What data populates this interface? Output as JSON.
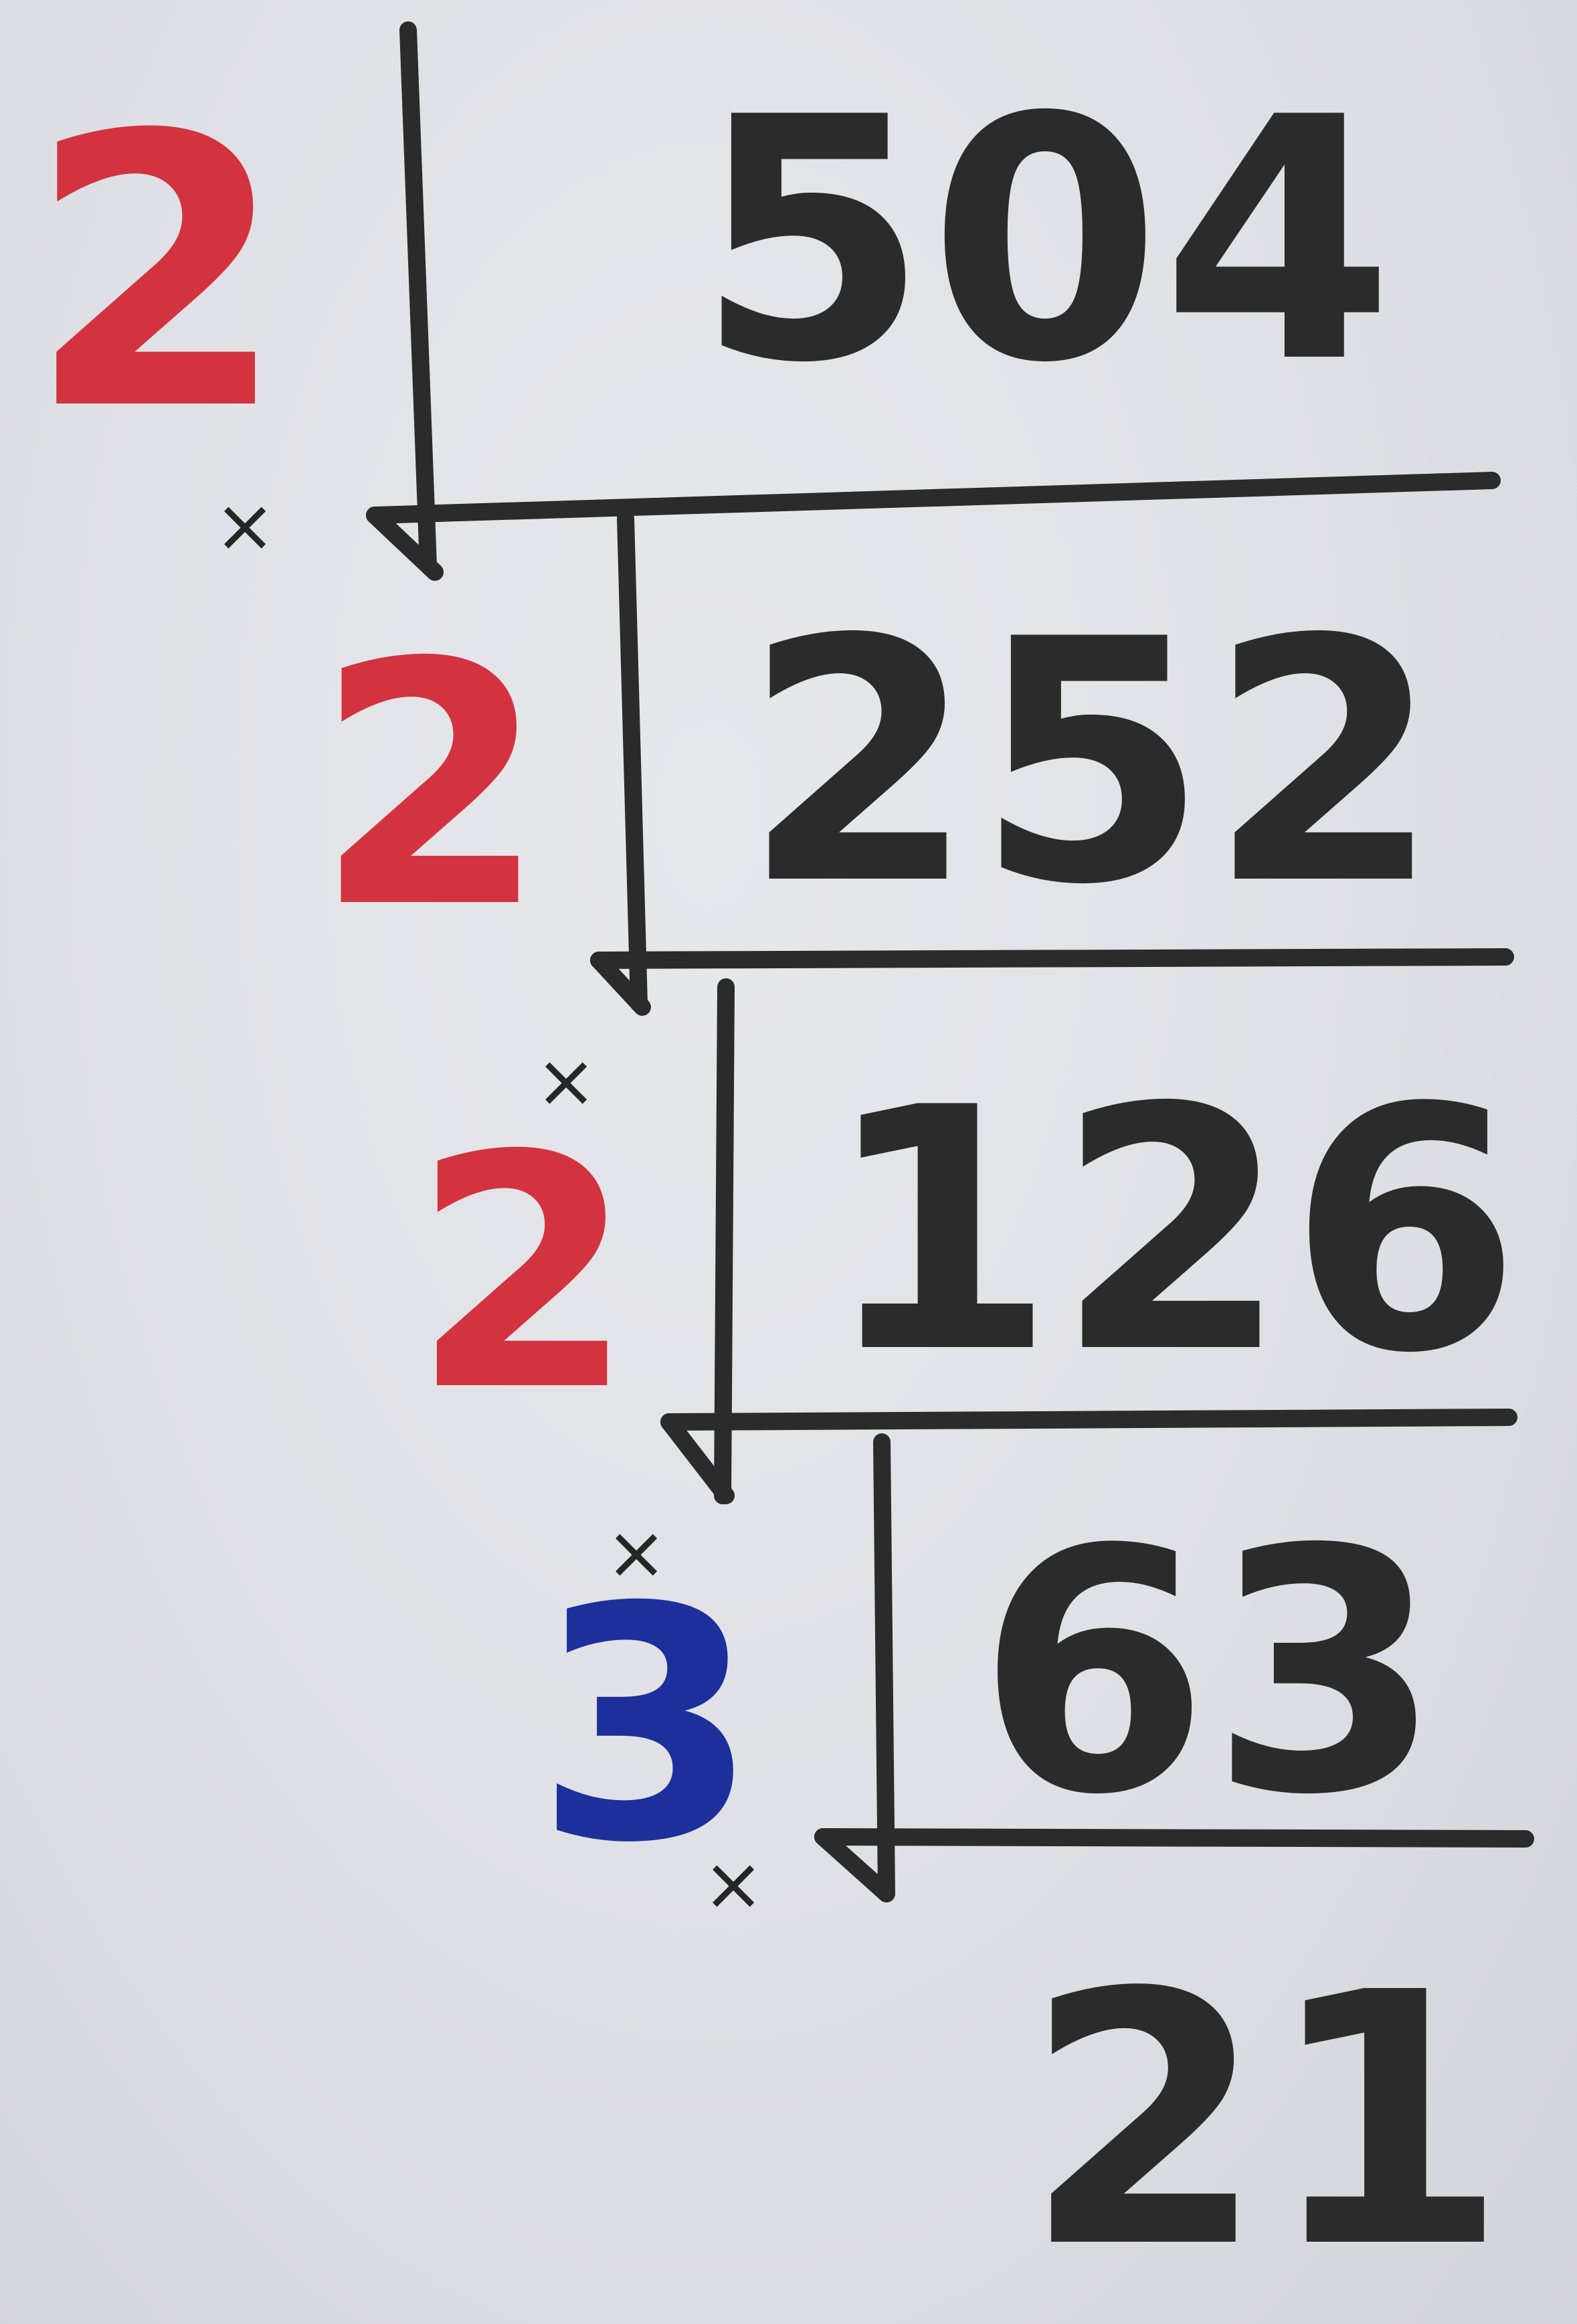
{
  "steps": [
    {
      "divisor": "2",
      "dividend": "504"
    },
    {
      "divisor": "2",
      "dividend": "252"
    },
    {
      "divisor": "2",
      "dividend": "126"
    },
    {
      "divisor": "3",
      "dividend": "63"
    }
  ],
  "result": "21",
  "mark_symbol": "×",
  "ink_colors": {
    "black": "#2b2b2b",
    "red": "#d2333f",
    "blue": "#1d2f9a"
  }
}
